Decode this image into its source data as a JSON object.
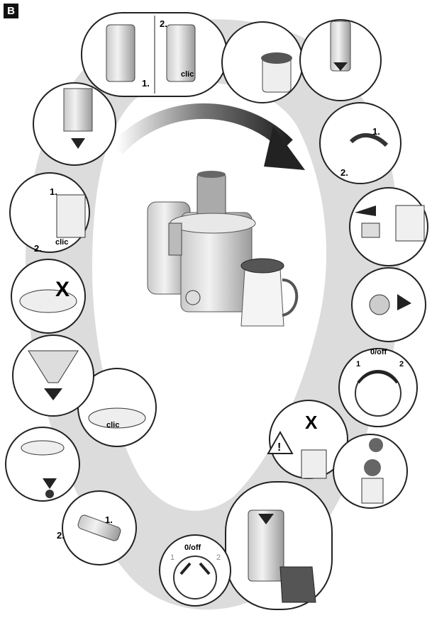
{
  "figure": {
    "badge": "B",
    "step_1": "1.",
    "step_2": "2.",
    "clic": "clic",
    "off_label": "0/off",
    "speed_1": "1",
    "speed_2": "2",
    "warning": "!",
    "cross": "X"
  }
}
